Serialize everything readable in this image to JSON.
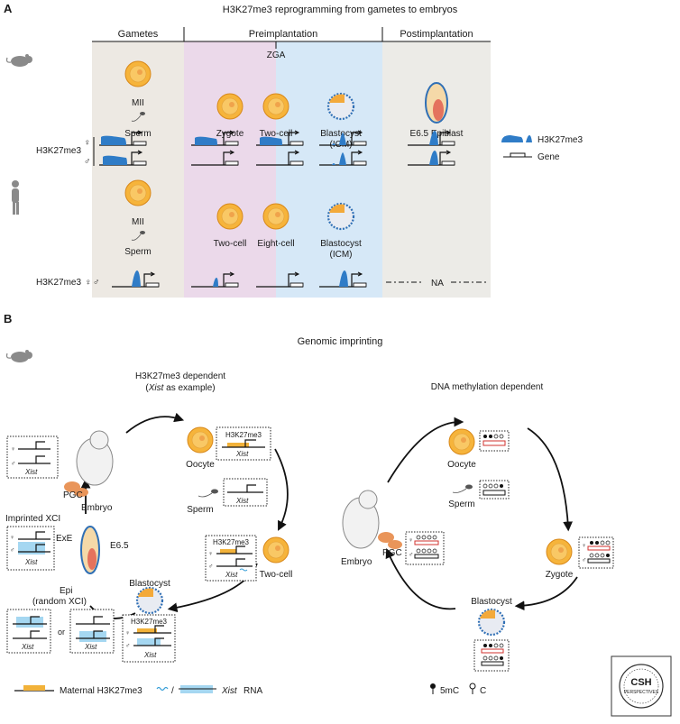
{
  "panel_a": {
    "letter": "A",
    "title": "H3K27me3 reprogramming from gametes to embryos",
    "headers": {
      "gametes": "Gametes",
      "preimplantation": "Preimplantation",
      "postimplantation": "Postimplantation"
    },
    "zga": "ZGA",
    "mouse_row": {
      "mii": "MII",
      "sperm": "Sperm",
      "zygote": "Zygote",
      "two_cell": "Two-cell",
      "blastocyst": "Blastocyst",
      "icm": "(ICM)",
      "epiblast": "E6.5 Epiblast"
    },
    "human_row": {
      "mii": "MII",
      "sperm": "Sperm",
      "two_cell": "Two-cell",
      "eight_cell": "Eight-cell",
      "blastocyst": "Blastocyst",
      "icm": "(ICM)",
      "na": "NA"
    },
    "row_label_mouse": "H3K27me3",
    "row_label_human": "H3K27me3",
    "female_symbol": "♀",
    "male_symbol": "♂",
    "legend": {
      "h3k27me3": "H3K27me3",
      "gene": "Gene"
    },
    "colors": {
      "gamete_bg": "#ede9e3",
      "pre_zga_bg": "#ebd9ea",
      "post_zga_bg": "#d6e8f7",
      "post_bg": "#ecebe7",
      "peak": "#2f7cc7"
    }
  },
  "panel_b": {
    "letter": "B",
    "title": "Genomic imprinting",
    "left": {
      "title_line1": "H3K27me3 dependent",
      "title_xist": "Xist",
      "title_rest": "as example)",
      "title_open": "(",
      "oocyte": "Oocyte",
      "sperm": "Sperm",
      "two_cell": "Two-cell",
      "blastocyst": "Blastocyst",
      "e65": "E6.5",
      "exe": "ExE",
      "epi": "Epi",
      "random_xci": "(random XCI)",
      "imprinted_xci": "Imprinted XCI",
      "embryo": "Embryo",
      "pgc": "PGC",
      "or": "or",
      "box_label": "H3K27me3",
      "xist": "Xist"
    },
    "right": {
      "title": "DNA methylation dependent",
      "oocyte": "Oocyte",
      "sperm": "Sperm",
      "zygote": "Zygote",
      "blastocyst": "Blastocyst",
      "embryo": "Embryo",
      "pgc": "PGC"
    },
    "legend": {
      "maternal": "Maternal H3K27me3",
      "slash": "/",
      "xist": "Xist",
      "rna": "RNA",
      "mc": "5mC",
      "c": "C"
    },
    "logo": {
      "line1": "CSH",
      "line2": "PERSPECTIVES"
    }
  }
}
